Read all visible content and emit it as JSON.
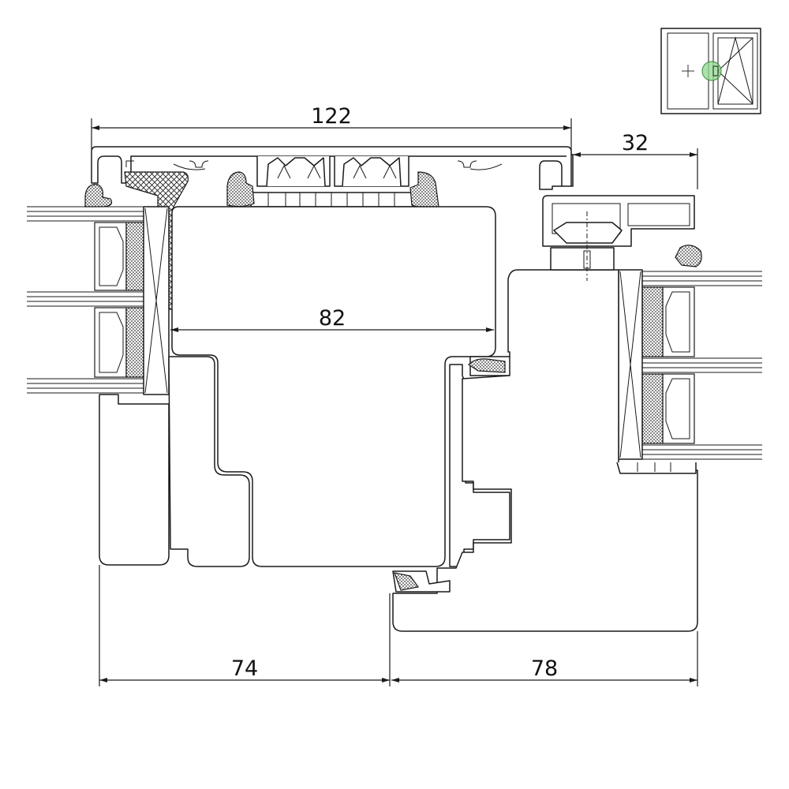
{
  "dimensions": {
    "top_width": "122",
    "sash_offset": "32",
    "inner_width": "82",
    "bottom_left": "74",
    "bottom_right": "78"
  },
  "thumbnail": {
    "left_pane": "fixed",
    "right_pane": "tilt-turn",
    "glass_color": "#cfe0f3",
    "marker_color": "#7dcf7d"
  },
  "icons": [
    "cross-marker-icon",
    "section-marker-icon"
  ]
}
